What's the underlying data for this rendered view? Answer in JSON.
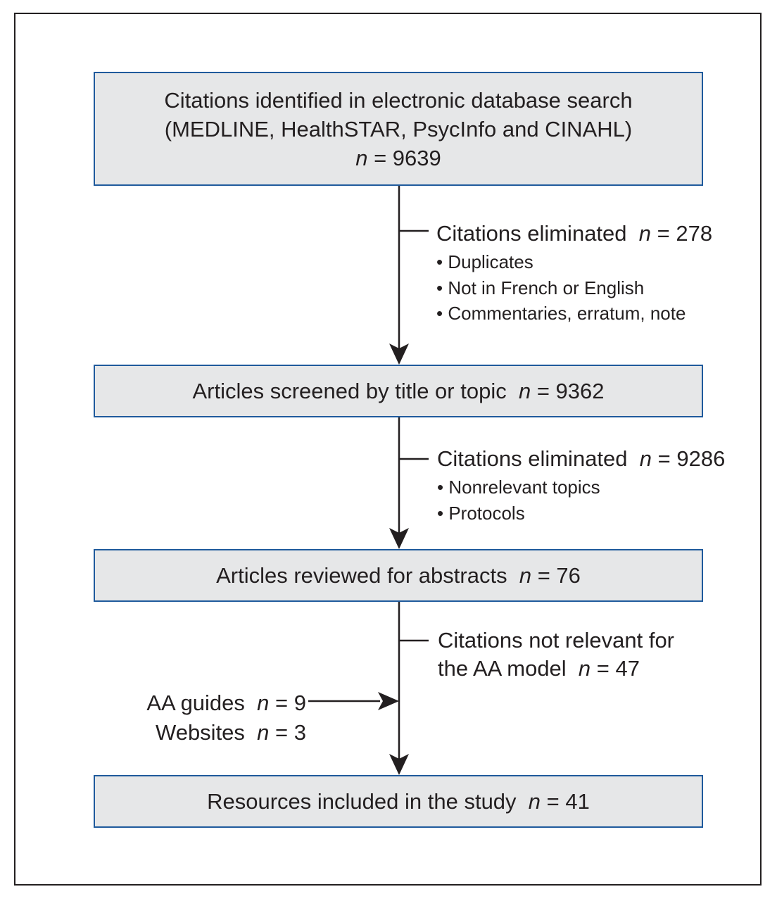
{
  "boxes": {
    "identified": {
      "line1": "Citations identified in electronic database search",
      "line2": "(MEDLINE, HealthSTAR, PsycInfo and CINAHL)",
      "n_label": "n",
      "n_value": "= 9639"
    },
    "screened": {
      "text": "Articles screened by title or topic",
      "n_label": "n",
      "n_value": "= 9362"
    },
    "reviewed": {
      "text": "Articles reviewed for abstracts",
      "n_label": "n",
      "n_value": "= 76"
    },
    "included": {
      "text": "Resources included in the study",
      "n_label": "n",
      "n_value": "= 41"
    }
  },
  "exclusions": {
    "first": {
      "title": "Citations eliminated",
      "n_label": "n",
      "n_value": "= 278",
      "reasons": [
        "Duplicates",
        "Not in French or English",
        "Commentaries, erratum, note"
      ]
    },
    "second": {
      "title": "Citations eliminated",
      "n_label": "n",
      "n_value": "= 9286",
      "reasons": [
        "Nonrelevant topics",
        "Protocols"
      ]
    },
    "third": {
      "line1": "Citations not relevant for",
      "line2": "the AA model",
      "n_label": "n",
      "n_value": "= 47"
    }
  },
  "additional_sources": {
    "guides": {
      "label": "AA guides",
      "n_label": "n",
      "n_value": "= 9"
    },
    "websites": {
      "label": "Websites",
      "n_label": "n",
      "n_value": "= 3"
    }
  },
  "colors": {
    "box_fill": "#e6e7e8",
    "box_border": "#1f5a9c",
    "line": "#231f20"
  }
}
